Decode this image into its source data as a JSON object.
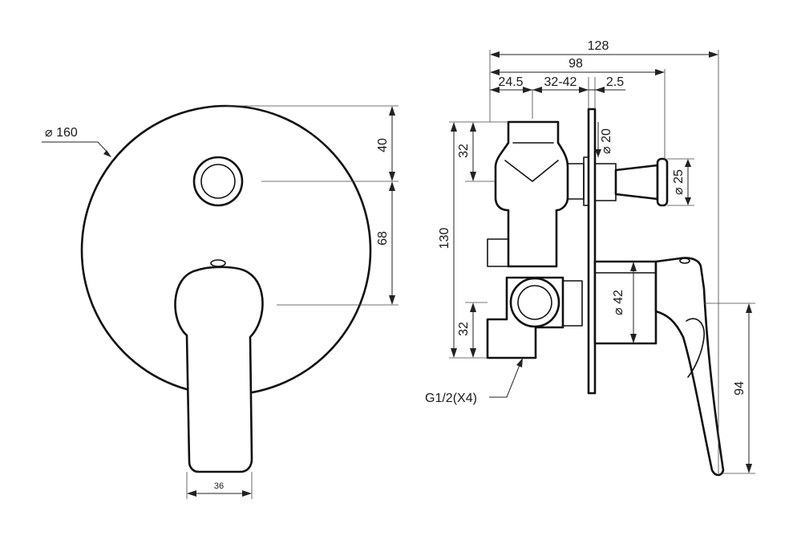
{
  "front_view": {
    "diameter_label": "⌀ 160",
    "dim_top_label": "40",
    "dim_mid_label": "68",
    "handle_width_label": "36"
  },
  "side_view": {
    "overall_width_label": "128",
    "body_width_label": "98",
    "seg1_label": "24.5",
    "seg2_label": "32-42",
    "seg3_label": "2.5",
    "diverter_diameter_label": "⌀ 20",
    "knob_diameter_label": "⌀ 25",
    "cartridge_diameter_label": "⌀ 42",
    "height_label": "130",
    "upper_inlet_label": "32",
    "lower_inlet_label": "32",
    "handle_height_label": "94",
    "thread_label": "G1/2(X4)"
  }
}
